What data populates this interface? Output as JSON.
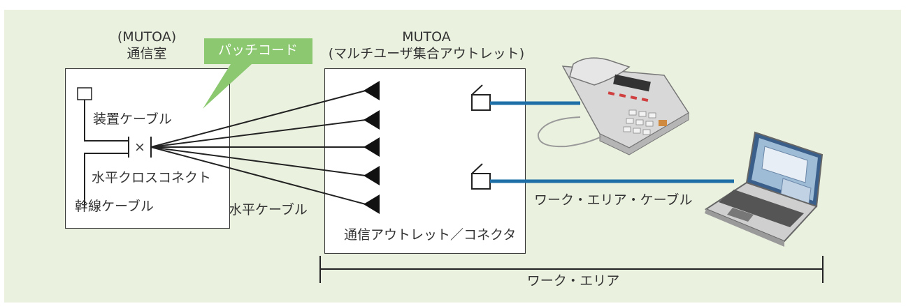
{
  "diagram": {
    "mdf": {
      "title_line1": "(MUTOA)",
      "title_line2": "通信室",
      "equipment_cable": "装置ケーブル",
      "cross_mark": "×",
      "cross_connect": "水平クロスコネクト",
      "backbone_cable": "幹線ケーブル"
    },
    "patch_cord_label": "パッチコード",
    "horizontal_cable_label": "水平ケーブル",
    "mutoa": {
      "title_line1": "MUTOA",
      "title_line2": "(マルチユーザ集合アウトレット)",
      "outlet_label": "通信アウトレット／コネクタ"
    },
    "work_area_cable_label": "ワーク・エリア・ケーブル",
    "work_area_label": "ワーク・エリア",
    "devices": [
      "telephone-icon",
      "laptop-icon"
    ],
    "colors": {
      "background": "#eaf1df",
      "callout": "#8cc870",
      "work_area_cable": "#1e6fa8",
      "line": "#222222"
    }
  }
}
